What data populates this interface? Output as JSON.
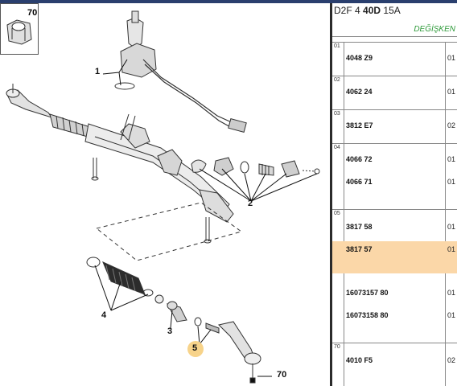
{
  "header": {
    "ref_prefix": "D2F 4",
    "ref_bold": "40D",
    "ref_suffix": "15A",
    "variant_label": "DEĞİŞKEN"
  },
  "diagram": {
    "thumbnail_label": "70",
    "callouts": {
      "c1": "1",
      "c2": "2",
      "c3": "3",
      "c4": "4",
      "c5": "5",
      "c70": "70"
    },
    "callout_highlight_color": "#f7d38a"
  },
  "parts": {
    "groups": [
      {
        "num": "01",
        "items": [
          {
            "ref": "4048 Z9",
            "qty": "01"
          }
        ]
      },
      {
        "num": "02",
        "items": [
          {
            "ref": "4062 24",
            "qty": "01"
          }
        ]
      },
      {
        "num": "03",
        "items": [
          {
            "ref": "3812 E7",
            "qty": "02"
          }
        ]
      },
      {
        "num": "04",
        "items": [
          {
            "ref": "4066 72",
            "qty": "01"
          },
          {
            "ref": "4066 71",
            "qty": "01"
          }
        ]
      },
      {
        "num": "05",
        "items": [
          {
            "ref": "3817 58",
            "qty": "01"
          },
          {
            "ref": "3817 57",
            "qty": "01"
          },
          {
            "ref": "16073157 80",
            "qty": "01"
          },
          {
            "ref": "16073158 80",
            "qty": "01"
          }
        ]
      },
      {
        "num": "70",
        "items": [
          {
            "ref": "4010 F5",
            "qty": "02"
          }
        ]
      }
    ],
    "highlight_color": "#fbd7a8"
  }
}
